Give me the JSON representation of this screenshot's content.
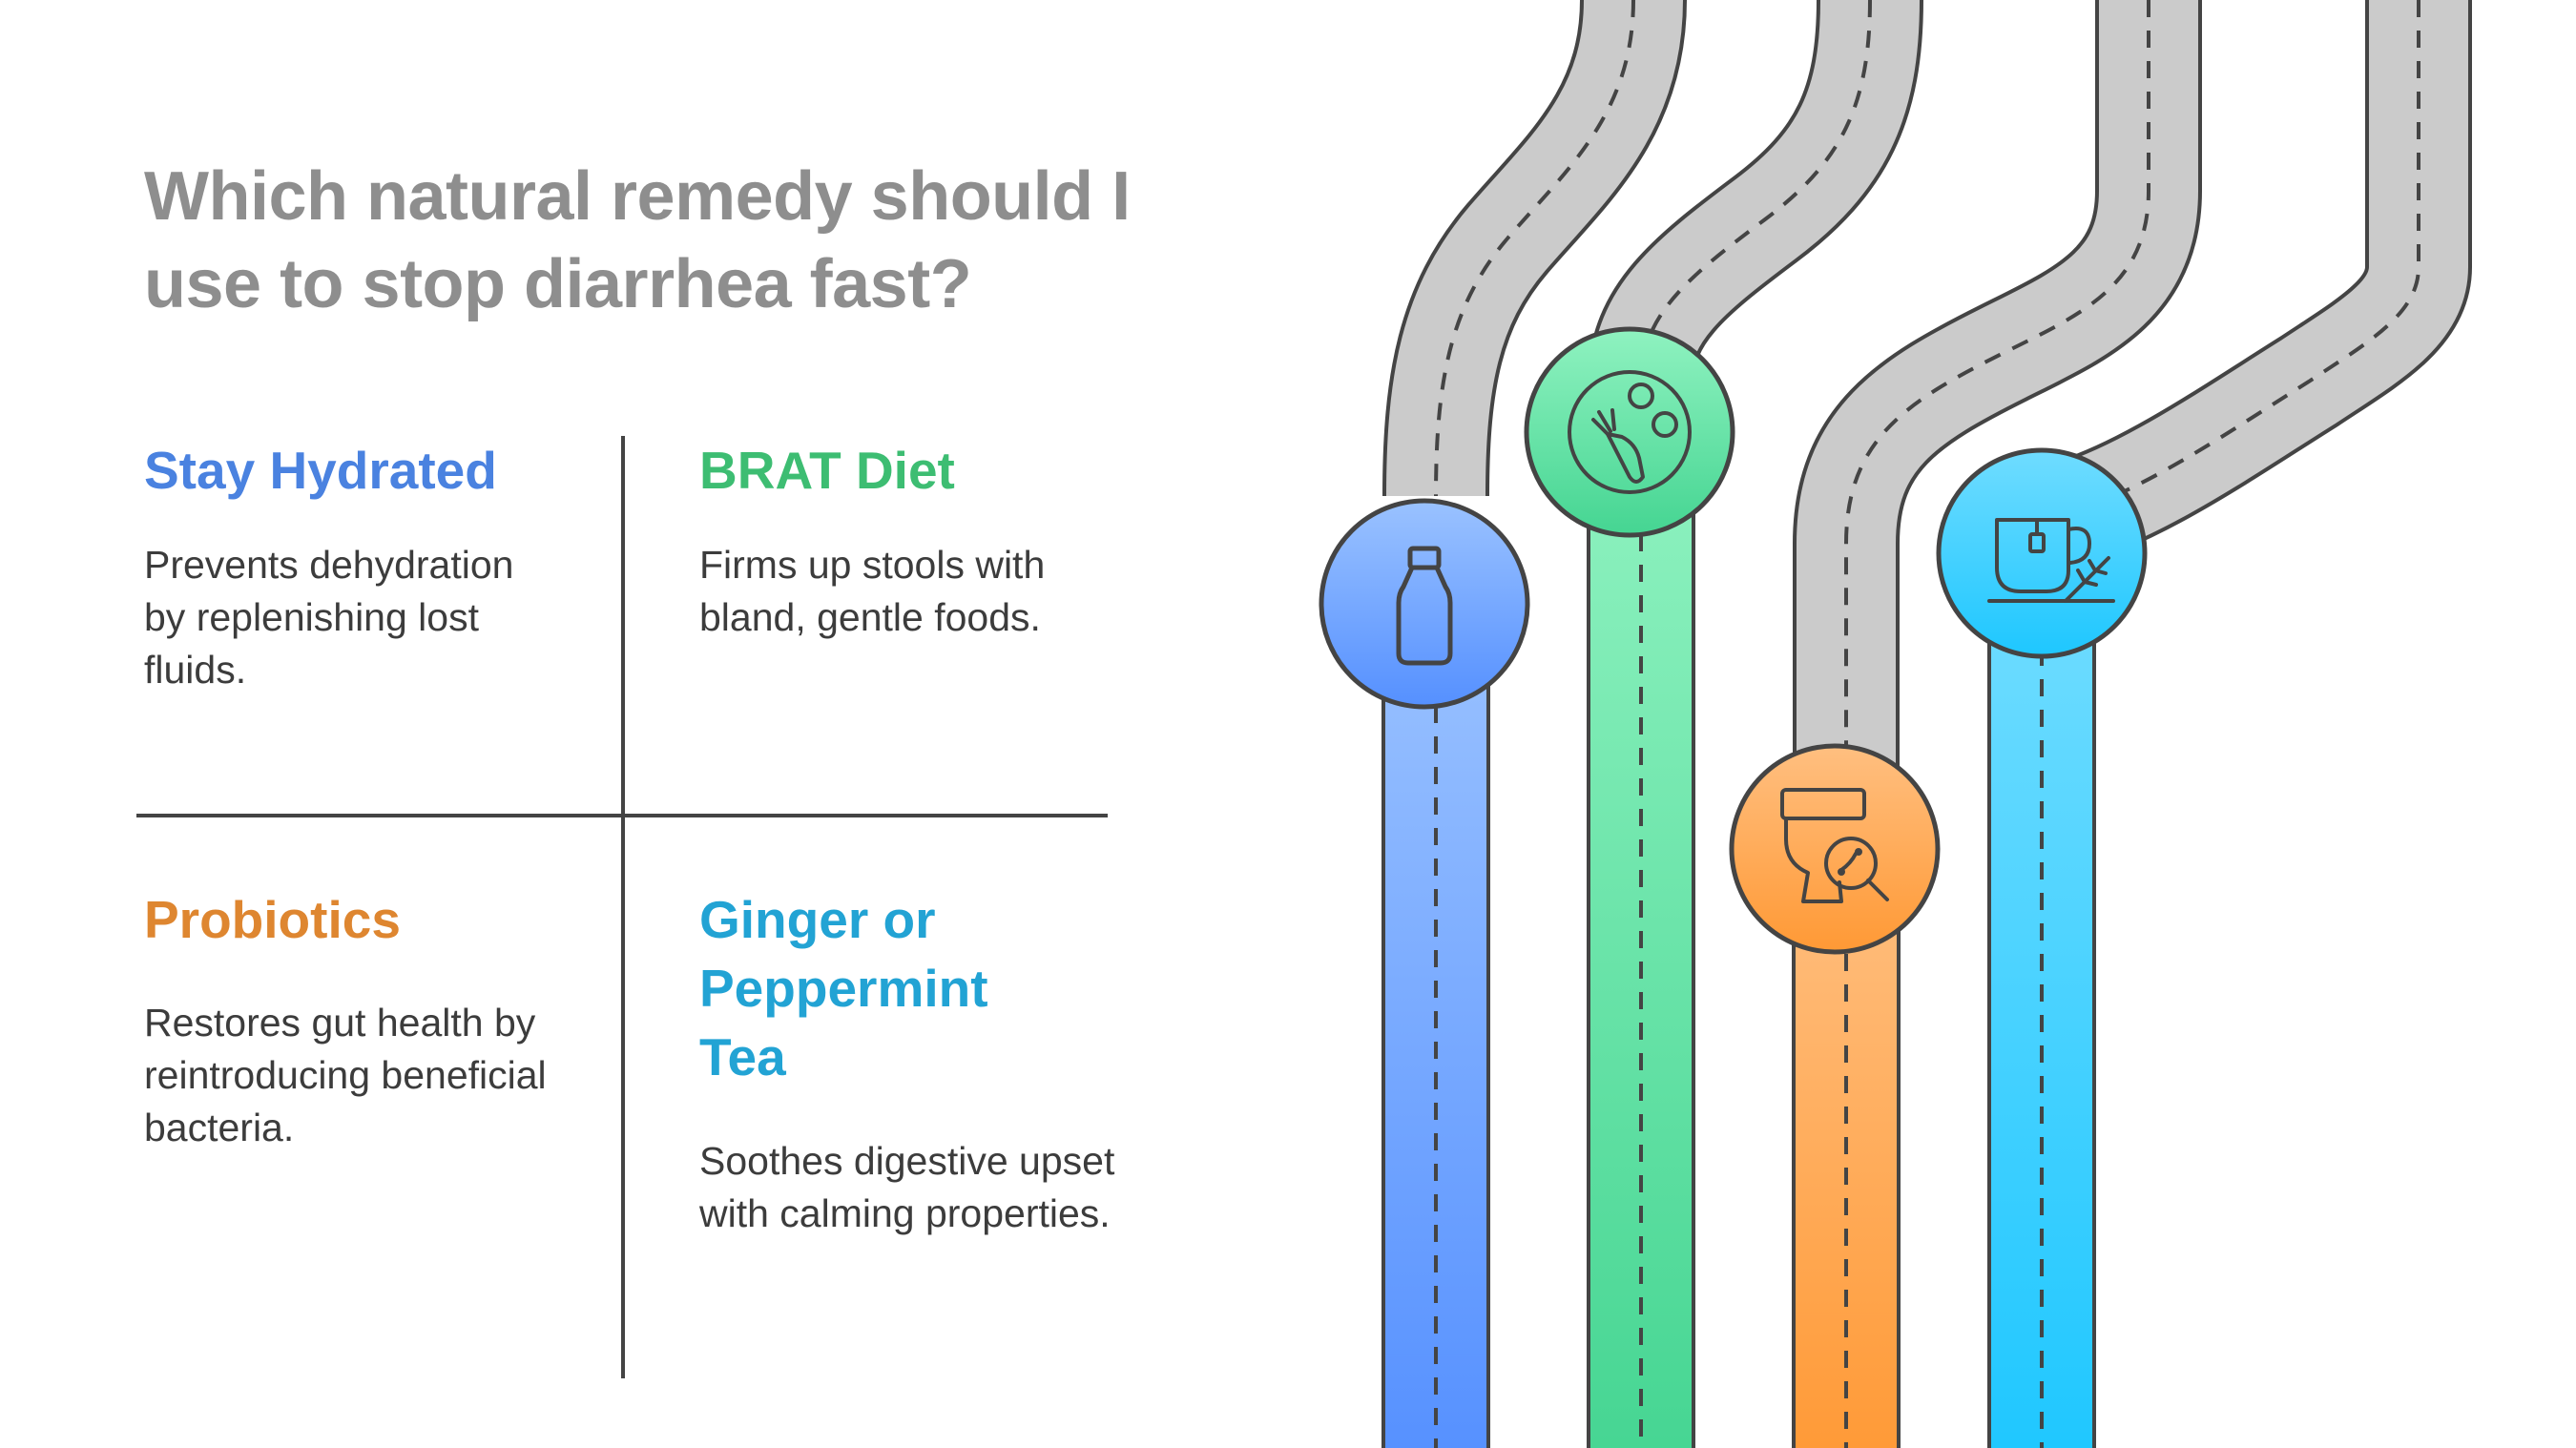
{
  "title": "Which natural remedy should I use to stop diarrhea fast?",
  "remedies": [
    {
      "title": "Stay Hydrated",
      "description": "Prevents dehydration by replenishing lost fluids.",
      "color": "#4a82e0",
      "icon": "bottle-icon"
    },
    {
      "title": "BRAT Diet",
      "description": "Firms up stools with bland, gentle foods.",
      "color": "#3dbd72",
      "icon": "vegetables-icon"
    },
    {
      "title": "Probiotics",
      "description": "Restores gut health by reintroducing beneficial bacteria.",
      "color": "#de8630",
      "icon": "toilet-bacteria-icon"
    },
    {
      "title": "Ginger or Peppermint Tea",
      "description": "Soothes digestive upset with calming properties.",
      "color": "#22a3d4",
      "icon": "tea-cup-icon"
    }
  ],
  "road_colors": {
    "gray": "#cbcbcb",
    "blue": [
      "#9ac2ff",
      "#5590ff"
    ],
    "green": [
      "#8ff2c0",
      "#45d592"
    ],
    "orange": [
      "#ffbf80",
      "#ff9935"
    ],
    "cyan": [
      "#6fdcff",
      "#1ec7ff"
    ],
    "outline": "#444444"
  }
}
